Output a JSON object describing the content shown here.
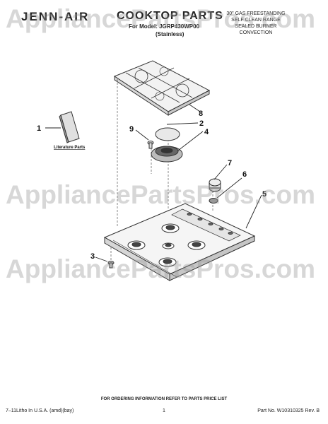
{
  "header": {
    "brand": "JENN-AIR",
    "title": "COOKTOP PARTS",
    "model_line": "For Model: JGRP430WP00",
    "model_sub": "(Stainless)",
    "description": [
      "30\" GAS FREESTANDING",
      "SELF CLEAN RANGE",
      "SEALED BURNER",
      "CONVECTION"
    ]
  },
  "watermark": {
    "text": "AppliancePartsPros.com"
  },
  "diagram": {
    "callouts": [
      "1",
      "2",
      "3",
      "4",
      "5",
      "6",
      "7",
      "8",
      "9"
    ],
    "literature_label": "Literature Parts"
  },
  "footer": {
    "note": "FOR ORDERING INFORMATION REFER TO PARTS PRICE LIST",
    "left": "7–11Litho In U.S.A. (amd)(bay)",
    "page": "1",
    "right": "Part No. W10310325 Rev. B"
  }
}
